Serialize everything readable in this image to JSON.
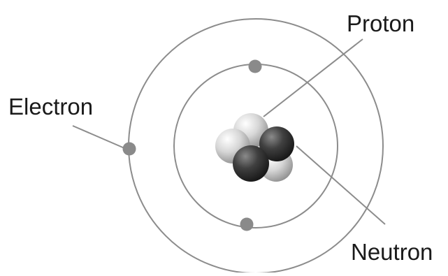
{
  "labels": {
    "proton": "Proton",
    "electron": "Electron",
    "neutron": "Neutron"
  },
  "colors": {
    "background": "#ffffff",
    "orbit": "#8c8c8c",
    "leader_line": "#8c8c8c",
    "electron": "#8a8a8a",
    "proton": "#d9d9d9",
    "neutron": "#3a3a3a",
    "text": "#1a1a1a"
  },
  "particles": {
    "electron_count": 3,
    "proton_count": 3,
    "neutron_count": 2
  }
}
